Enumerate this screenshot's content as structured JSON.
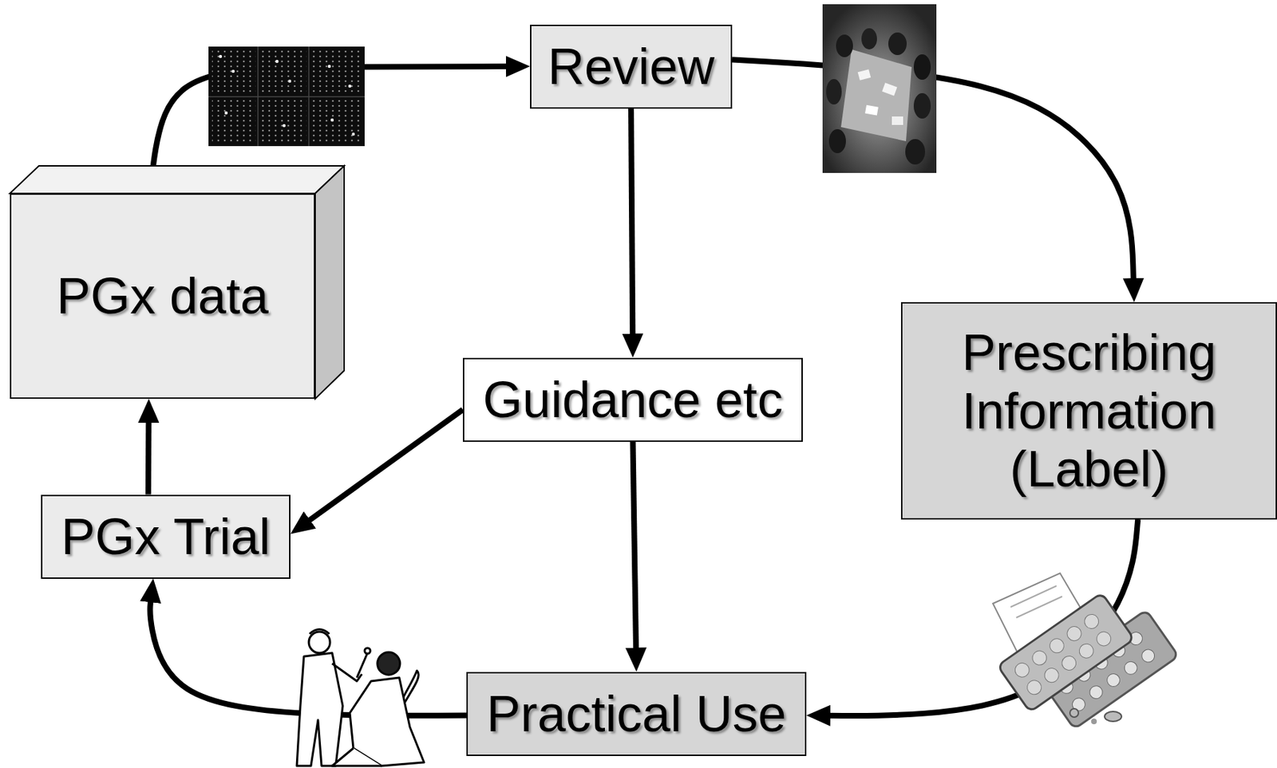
{
  "diagram": {
    "nodes": [
      {
        "text": [
          "Review"
        ]
      },
      {
        "text": [
          "PGx data"
        ]
      },
      {
        "text": [
          "Guidance etc"
        ]
      },
      {
        "text": [
          "Prescribing Information (Label)"
        ]
      },
      {
        "text": [
          "PGx Trial"
        ]
      },
      {
        "text": [
          "Practical Use"
        ]
      }
    ],
    "edges": [
      {
        "from": 1,
        "to": 0,
        "arrow": "to"
      },
      {
        "from": 0,
        "to": 3,
        "arrow": "to"
      },
      {
        "from": 0,
        "to": 2,
        "arrow": "to"
      },
      {
        "from": 2,
        "to": 4,
        "arrow": "to"
      },
      {
        "from": 2,
        "to": 5,
        "arrow": "to"
      },
      {
        "from": 3,
        "to": 5,
        "arrow": "to"
      },
      {
        "from": 5,
        "to": 4,
        "arrow": "to"
      },
      {
        "from": 4,
        "to": 1,
        "arrow": "to"
      }
    ]
  }
}
